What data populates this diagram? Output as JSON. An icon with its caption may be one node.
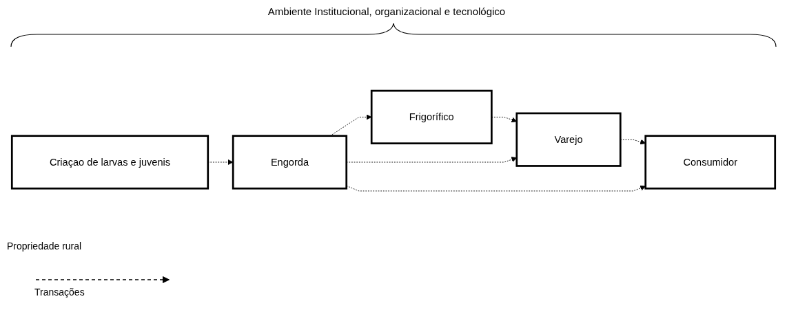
{
  "diagram": {
    "nodes": [
      {
        "text": [
          "Criaçao de larvas e juvenis"
        ]
      },
      {
        "text": [
          "Engorda"
        ]
      },
      {
        "text": [
          "Frigorífico"
        ]
      },
      {
        "text": [
          "Varejo"
        ]
      },
      {
        "text": [
          "Consumidor"
        ]
      }
    ],
    "edges": [
      {
        "from": 0,
        "to": 1,
        "arrow": "to",
        "style": "dashed"
      },
      {
        "from": 1,
        "to": 2,
        "arrow": "to",
        "style": "dashed"
      },
      {
        "from": 2,
        "to": 3,
        "arrow": "to",
        "style": "dashed"
      },
      {
        "from": 3,
        "to": 4,
        "arrow": "to",
        "style": "dashed"
      },
      {
        "from": 1,
        "to": 3,
        "arrow": "to",
        "style": "dashed"
      },
      {
        "from": 1,
        "to": 4,
        "arrow": "to",
        "style": "dashed"
      }
    ],
    "labels": [
      "Ambiente Institucional, organizacional e tecnológico",
      "Propriedade rural"
    ],
    "legend": [
      {
        "text": "Transações"
      }
    ]
  }
}
